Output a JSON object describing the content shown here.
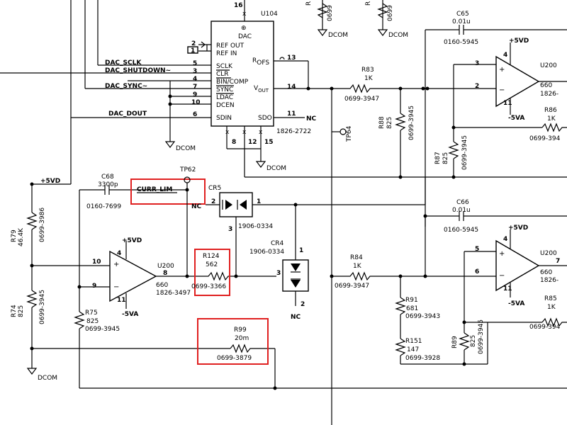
{
  "colors": {
    "highlight": "#e02020",
    "line": "#000000"
  },
  "u104": {
    "ref": "U104",
    "dac": "DAC",
    "ref_out": "REF OUT",
    "ref_in": "REF IN",
    "sclk": "SCLK",
    "clr": "CLR",
    "bin_comp": "BIN/COMP",
    "sync": "SYNC",
    "ldac": "LDAC",
    "dcen": "DCEN",
    "sdin": "SDIN",
    "rofs_r": "R",
    "rofs_sub": "OFS",
    "vout_v": "V",
    "vout_sub": "OUT",
    "sdo": "SDO",
    "part": "1826-2722",
    "pins": {
      "p16": "16",
      "p2": "2",
      "p1": "1",
      "p5": "5",
      "p3": "3",
      "p4": "4",
      "p7": "7",
      "p9": "9",
      "p10": "10",
      "p6": "6",
      "p13": "13",
      "p14": "14",
      "p11": "11",
      "p8": "8",
      "p12": "12",
      "p15": "15"
    }
  },
  "signals": {
    "sclk": "DAC_SCLK",
    "shutdown": "DAC_SHUTDOWN~",
    "sync": "DAC_SYNC~",
    "dout": "DAC_DOUT",
    "nc": "NC",
    "dcom": "DCOM",
    "plus5vd": "+5VD",
    "curr_lim": "CURR_LIM"
  },
  "top_misc": {
    "r_left": "R",
    "r_left_part": "0699",
    "r_right": "R",
    "r_right_part": "0699",
    "dcom1": "DCOM",
    "dcom2": "DCOM"
  },
  "c65": {
    "ref": "C65",
    "value": "0.01u",
    "part": "0160-5945"
  },
  "r83": {
    "ref": "R83",
    "value": "1K",
    "part": "0699-3947"
  },
  "r88": {
    "ref": "R88",
    "value": "825",
    "part": "0699-3945"
  },
  "tp64": {
    "ref": "TP64"
  },
  "r87": {
    "ref": "R87",
    "value": "825",
    "part": "0699-3945"
  },
  "u200_top": {
    "ref": "U200",
    "p4": "4",
    "supply": "+5VD",
    "p3": "3",
    "p2": "2",
    "p11": "11",
    "neg": "-5VA",
    "value": "660",
    "part": "1826-"
  },
  "r86": {
    "ref": "R86",
    "value": "1K",
    "part": "0699-394"
  },
  "c68": {
    "ref": "C68",
    "value": "3300p",
    "part": "0160-7699"
  },
  "tp62": {
    "ref": "TP62"
  },
  "cr5": {
    "ref": "CR5",
    "p2": "2",
    "p1": "1",
    "p3": "3",
    "part": "1906-0334"
  },
  "r79": {
    "ref": "R79",
    "value": "46.4K",
    "part": "0699-3986"
  },
  "u200_mid": {
    "ref": "U200",
    "p4": "4",
    "supply": "+5VD",
    "p10": "10",
    "p9": "9",
    "p11": "11",
    "neg": "-5VA",
    "p8": "8",
    "value": "660",
    "part": "1826-3497"
  },
  "r124": {
    "ref": "R124",
    "value": "562",
    "part": "0699-3366"
  },
  "cr4": {
    "ref": "CR4",
    "part": "1906-0334",
    "p1": "1",
    "p3": "3",
    "p2": "2",
    "nc": "NC"
  },
  "r74": {
    "ref": "R74",
    "value": "825",
    "part": "0699-3945"
  },
  "r75": {
    "ref": "R75",
    "value": "825",
    "part": "0699-3945"
  },
  "r99": {
    "ref": "R99",
    "value": "20m",
    "part": "0699-3879"
  },
  "c66": {
    "ref": "C66",
    "value": "0.01u",
    "part": "0160-5945"
  },
  "r84": {
    "ref": "R84",
    "value": "1K",
    "part": "0699-3947"
  },
  "r91": {
    "ref": "R91",
    "value": "681",
    "part": "0699-3943"
  },
  "r151": {
    "ref": "R151",
    "value": "147",
    "part": "0699-3928"
  },
  "r89": {
    "ref": "R89",
    "value": "825",
    "part": "0699-3945"
  },
  "u200_bot": {
    "ref": "U200",
    "p4": "4",
    "supply": "+5VD",
    "p5": "5",
    "p6": "6",
    "p11": "11",
    "neg": "-5VA",
    "p7": "7",
    "value": "660",
    "part": "1826-"
  },
  "r85": {
    "ref": "R85",
    "value": "1K",
    "part": "0699-394"
  }
}
